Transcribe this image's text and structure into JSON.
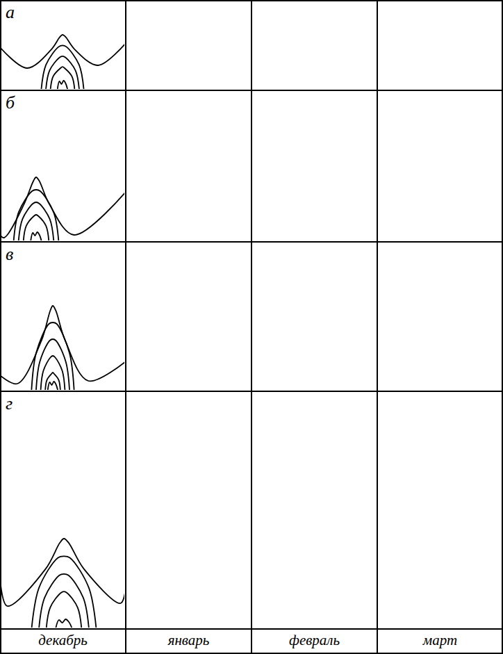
{
  "diagram": {
    "labels": [
      "а",
      "б",
      "в",
      "г",
      "декабрь",
      "январь",
      "февраль",
      "март"
    ]
  }
}
